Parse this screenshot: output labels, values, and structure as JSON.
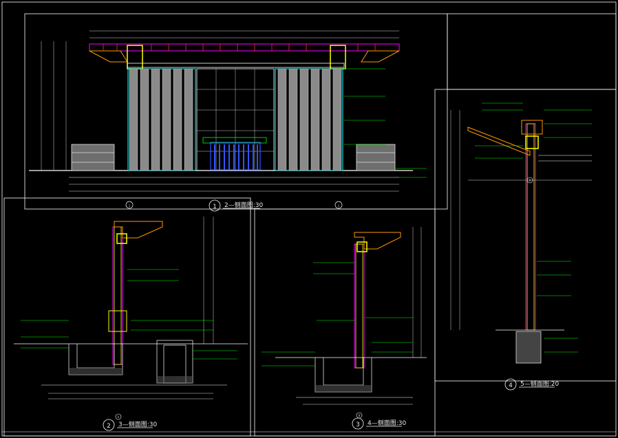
{
  "drawing": {
    "background": "#000000",
    "colors": {
      "frame": "#ffffff",
      "dimension": "#d8d8d8",
      "leader": "#00ff00",
      "structure_yellow": "#ffff00",
      "orange": "#ff9900",
      "magenta": "#ff00ff",
      "cyan": "#00ffff",
      "blue": "#3355ff",
      "red": "#ff3333",
      "grey_panel": "#8a8a8a",
      "ground_hatch": "#b0b0b0"
    }
  },
  "views": [
    {
      "id": "elev-1",
      "marker": "1",
      "title": "2—侧面图",
      "scale": "30"
    },
    {
      "id": "sec-2",
      "marker": "2",
      "title": "3—侧面图",
      "scale": "30"
    },
    {
      "id": "sec-3",
      "marker": "3",
      "title": "4—侧面图",
      "scale": "30"
    },
    {
      "id": "sec-4",
      "marker": "4",
      "title": "5—侧面图",
      "scale": "20"
    }
  ],
  "axis_markers": {
    "elev_left": "1",
    "elev_right": "1",
    "sec2_axis": "A",
    "sec3_axis": "B",
    "sec4_axis": "B"
  }
}
